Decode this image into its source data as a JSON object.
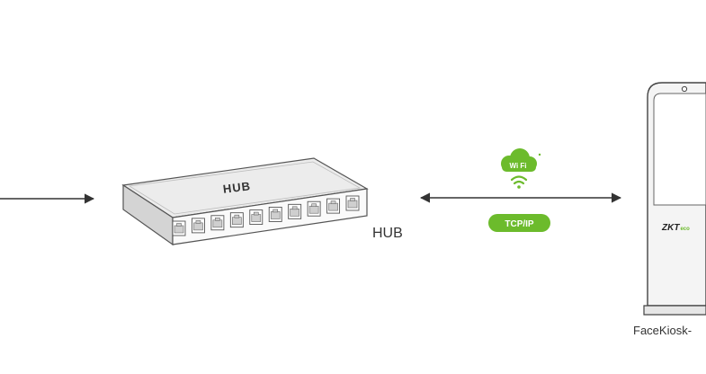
{
  "hub": {
    "label": "HUB",
    "engraving": "HUB",
    "port_count": 10
  },
  "link": {
    "protocol_label": "TCP/IP",
    "wifi_label": "Wi Fi"
  },
  "device": {
    "label": "FaceKiosk-",
    "brand": "ZKT",
    "brand_suffix": "eco"
  },
  "colors": {
    "accent_green": "#6cbb2c",
    "line": "#333333",
    "device_body": "#f4f4f4"
  }
}
